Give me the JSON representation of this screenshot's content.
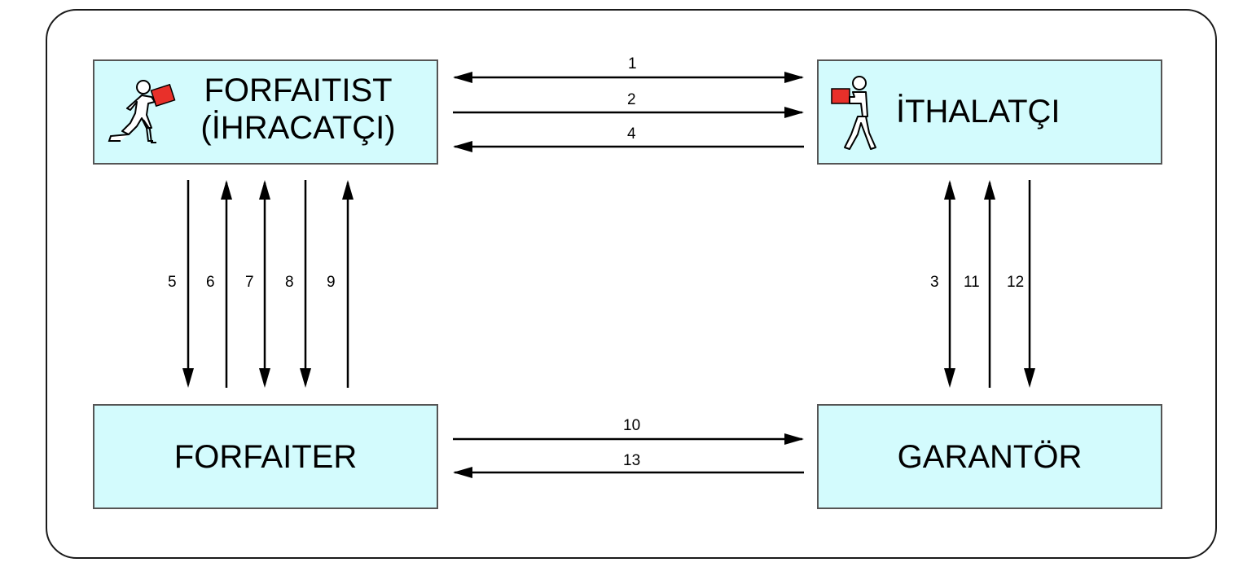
{
  "nodes": {
    "exporter": {
      "line1": "FORFAITIST",
      "line2": "(İHRACATÇI)",
      "icon": "person-carrying-box-icon"
    },
    "importer": {
      "label": "İTHALATÇI",
      "icon": "person-carrying-box-icon"
    },
    "forfaiter": {
      "label": "FORFAITER"
    },
    "guarantor": {
      "label": "GARANTÖR"
    }
  },
  "arrows": [
    {
      "id": "1",
      "label": "1",
      "from": "exporter",
      "to": "importer",
      "bidirectional": true
    },
    {
      "id": "2",
      "label": "2",
      "from": "exporter",
      "to": "importer",
      "bidirectional": false
    },
    {
      "id": "4",
      "label": "4",
      "from": "importer",
      "to": "exporter",
      "bidirectional": false
    },
    {
      "id": "5",
      "label": "5",
      "from": "exporter",
      "to": "forfaiter",
      "bidirectional": false
    },
    {
      "id": "6",
      "label": "6",
      "from": "forfaiter",
      "to": "exporter",
      "bidirectional": false
    },
    {
      "id": "7",
      "label": "7",
      "from": "exporter",
      "to": "forfaiter",
      "bidirectional": true
    },
    {
      "id": "8",
      "label": "8",
      "from": "exporter",
      "to": "forfaiter",
      "bidirectional": false
    },
    {
      "id": "9",
      "label": "9",
      "from": "forfaiter",
      "to": "exporter",
      "bidirectional": false
    },
    {
      "id": "3",
      "label": "3",
      "from": "importer",
      "to": "guarantor",
      "bidirectional": true
    },
    {
      "id": "11",
      "label": "11",
      "from": "guarantor",
      "to": "importer",
      "bidirectional": false
    },
    {
      "id": "12",
      "label": "12",
      "from": "importer",
      "to": "guarantor",
      "bidirectional": false
    },
    {
      "id": "10",
      "label": "10",
      "from": "forfaiter",
      "to": "guarantor",
      "bidirectional": false
    },
    {
      "id": "13",
      "label": "13",
      "from": "guarantor",
      "to": "forfaiter",
      "bidirectional": false
    }
  ],
  "colors": {
    "box_fill": "#d3fbfd",
    "box_border": "#555555",
    "icon_accent": "#e8302a",
    "line": "#000000"
  }
}
